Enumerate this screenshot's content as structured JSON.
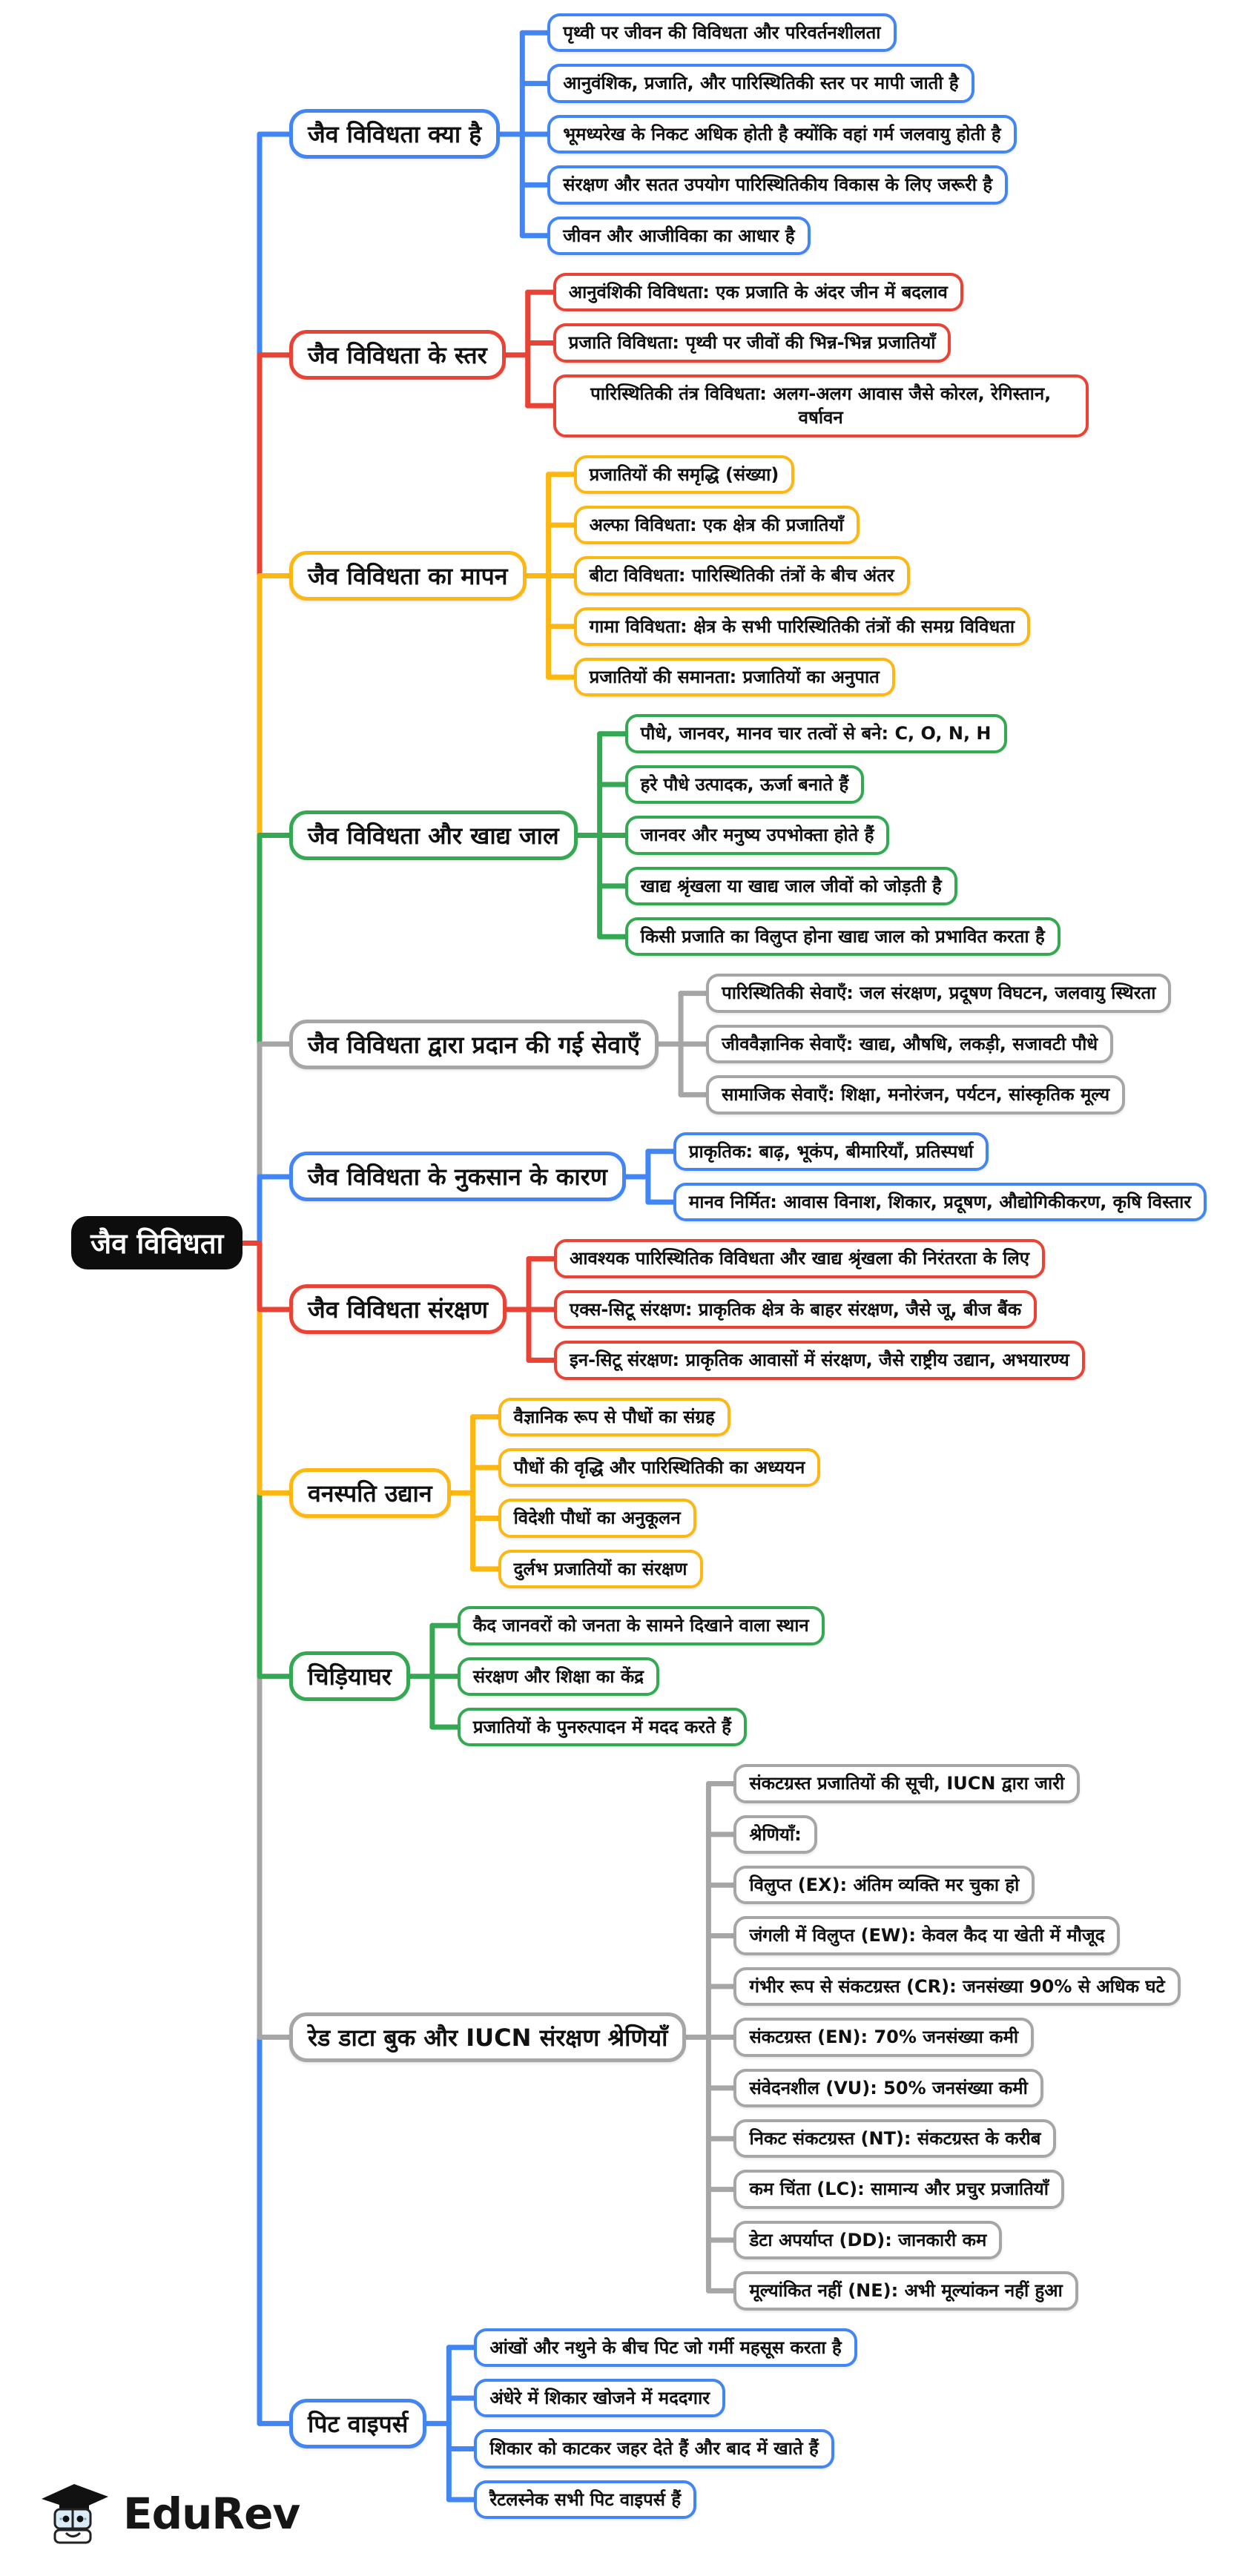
{
  "root": {
    "label": "जैव विविधता"
  },
  "colors": {
    "blue": "#4285F4",
    "red": "#E84335",
    "yellow": "#FDB713",
    "green": "#34A853",
    "gray": "#A6A6A6",
    "root_bg": "#0d0d0d",
    "root_text": "#ffffff",
    "node_text": "#111111",
    "background": "#ffffff"
  },
  "root_between_branches": [
    5,
    6
  ],
  "branches": [
    {
      "label": "जैव विविधता क्या है",
      "color": "blue",
      "children": [
        "पृथ्वी पर जीवन की विविधता और परिवर्तनशीलता",
        "आनुवंशिक, प्रजाति, और पारिस्थितिकी स्तर पर मापी जाती है",
        "भूमध्यरेख के निकट अधिक होती है क्योंकि वहां गर्म जलवायु होती है",
        "संरक्षण और सतत उपयोग पारिस्थितिकीय विकास के लिए जरूरी है",
        "जीवन और आजीविका का आधार है"
      ]
    },
    {
      "label": "जैव विविधता के स्तर",
      "color": "red",
      "children": [
        "आनुवंशिकी विविधता: एक प्रजाति के अंदर जीन में बदलाव",
        "प्रजाति विविधता: पृथ्वी पर जीवों की भिन्न-भिन्न प्रजातियाँ",
        "पारिस्थितिकी तंत्र विविधता: अलग-अलग आवास जैसे कोरल, रेगिस्तान, वर्षावन"
      ]
    },
    {
      "label": "जैव विविधता का मापन",
      "color": "yellow",
      "children": [
        "प्रजातियों की समृद्धि (संख्या)",
        "अल्फा विविधता: एक क्षेत्र की प्रजातियाँ",
        "बीटा विविधता: पारिस्थितिकी तंत्रों के बीच अंतर",
        "गामा विविधता: क्षेत्र के सभी पारिस्थितिकी तंत्रों की समग्र विविधता",
        "प्रजातियों की समानता: प्रजातियों का अनुपात"
      ]
    },
    {
      "label": "जैव विविधता और खाद्य जाल",
      "color": "green",
      "children": [
        "पौधे, जानवर, मानव चार तत्वों से बने: C, O, N, H",
        "हरे पौधे उत्पादक, ऊर्जा बनाते हैं",
        "जानवर और मनुष्य उपभोक्ता होते हैं",
        "खाद्य श्रृंखला या खाद्य जाल जीवों को जोड़ती है",
        "किसी प्रजाति का विलुप्त होना खाद्य जाल को प्रभावित करता है"
      ]
    },
    {
      "label": "जैव विविधता द्वारा प्रदान की गई सेवाएँ",
      "color": "gray",
      "children": [
        "पारिस्थितिकी सेवाएँ: जल संरक्षण, प्रदूषण विघटन, जलवायु स्थिरता",
        "जीववैज्ञानिक सेवाएँ: खाद्य, औषधि, लकड़ी, सजावटी पौधे",
        "सामाजिक सेवाएँ: शिक्षा, मनोरंजन, पर्यटन, सांस्कृतिक मूल्य"
      ]
    },
    {
      "label": "जैव विविधता के नुकसान के कारण",
      "color": "blue",
      "children": [
        "प्राकृतिक: बाढ़, भूकंप, बीमारियाँ, प्रतिस्पर्धा",
        "मानव निर्मित: आवास विनाश, शिकार, प्रदूषण, औद्योगिकीकरण, कृषि विस्तार"
      ]
    },
    {
      "label": "जैव विविधता संरक्षण",
      "color": "red",
      "children": [
        "आवश्यक पारिस्थितिक विविधता और खाद्य श्रृंखला की निरंतरता के लिए",
        "एक्स-सिटू संरक्षण: प्राकृतिक क्षेत्र के बाहर संरक्षण, जैसे जू, बीज बैंक",
        "इन-सिटू संरक्षण: प्राकृतिक आवासों में संरक्षण, जैसे राष्ट्रीय उद्यान, अभयारण्य"
      ]
    },
    {
      "label": "वनस्पति उद्यान",
      "color": "yellow",
      "children": [
        "वैज्ञानिक रूप से पौधों का संग्रह",
        "पौधों की वृद्धि और पारिस्थितिकी का अध्ययन",
        "विदेशी पौधों का अनुकूलन",
        "दुर्लभ प्रजातियों का संरक्षण"
      ]
    },
    {
      "label": "चिड़ियाघर",
      "color": "green",
      "children": [
        "कैद जानवरों को जनता के सामने दिखाने वाला स्थान",
        "संरक्षण और शिक्षा का केंद्र",
        "प्रजातियों के पुनरुत्पादन में मदद करते हैं"
      ]
    },
    {
      "label": "रेड डाटा बुक और IUCN संरक्षण श्रेणियाँ",
      "color": "gray",
      "children": [
        "संकटग्रस्त प्रजातियों की सूची, IUCN द्वारा जारी",
        "श्रेणियाँ:",
        "विलुप्त (EX): अंतिम व्यक्ति मर चुका हो",
        "जंगली में विलुप्त (EW): केवल कैद या खेती में मौजूद",
        "गंभीर रूप से संकटग्रस्त (CR): जनसंख्या 90% से अधिक घटे",
        "संकटग्रस्त (EN): 70% जनसंख्या कमी",
        "संवेदनशील (VU): 50% जनसंख्या कमी",
        "निकट संकटग्रस्त (NT): संकटग्रस्त के करीब",
        "कम चिंता (LC): सामान्य और प्रचुर प्रजातियाँ",
        "डेटा अपर्याप्त (DD): जानकारी कम",
        "मूल्यांकित नहीं (NE): अभी मूल्यांकन नहीं हुआ"
      ]
    },
    {
      "label": "पिट वाइपर्स",
      "color": "blue",
      "children": [
        "आंखों और नथुने के बीच पिट जो गर्मी महसूस करता है",
        "अंधेरे में शिकार खोजने में मददगार",
        "शिकार को काटकर जहर देते हैं और बाद में खाते हैं",
        "रैटलस्नेक सभी पिट वाइपर्स हैं"
      ]
    }
  ],
  "footer": {
    "brand": "EduRev"
  }
}
